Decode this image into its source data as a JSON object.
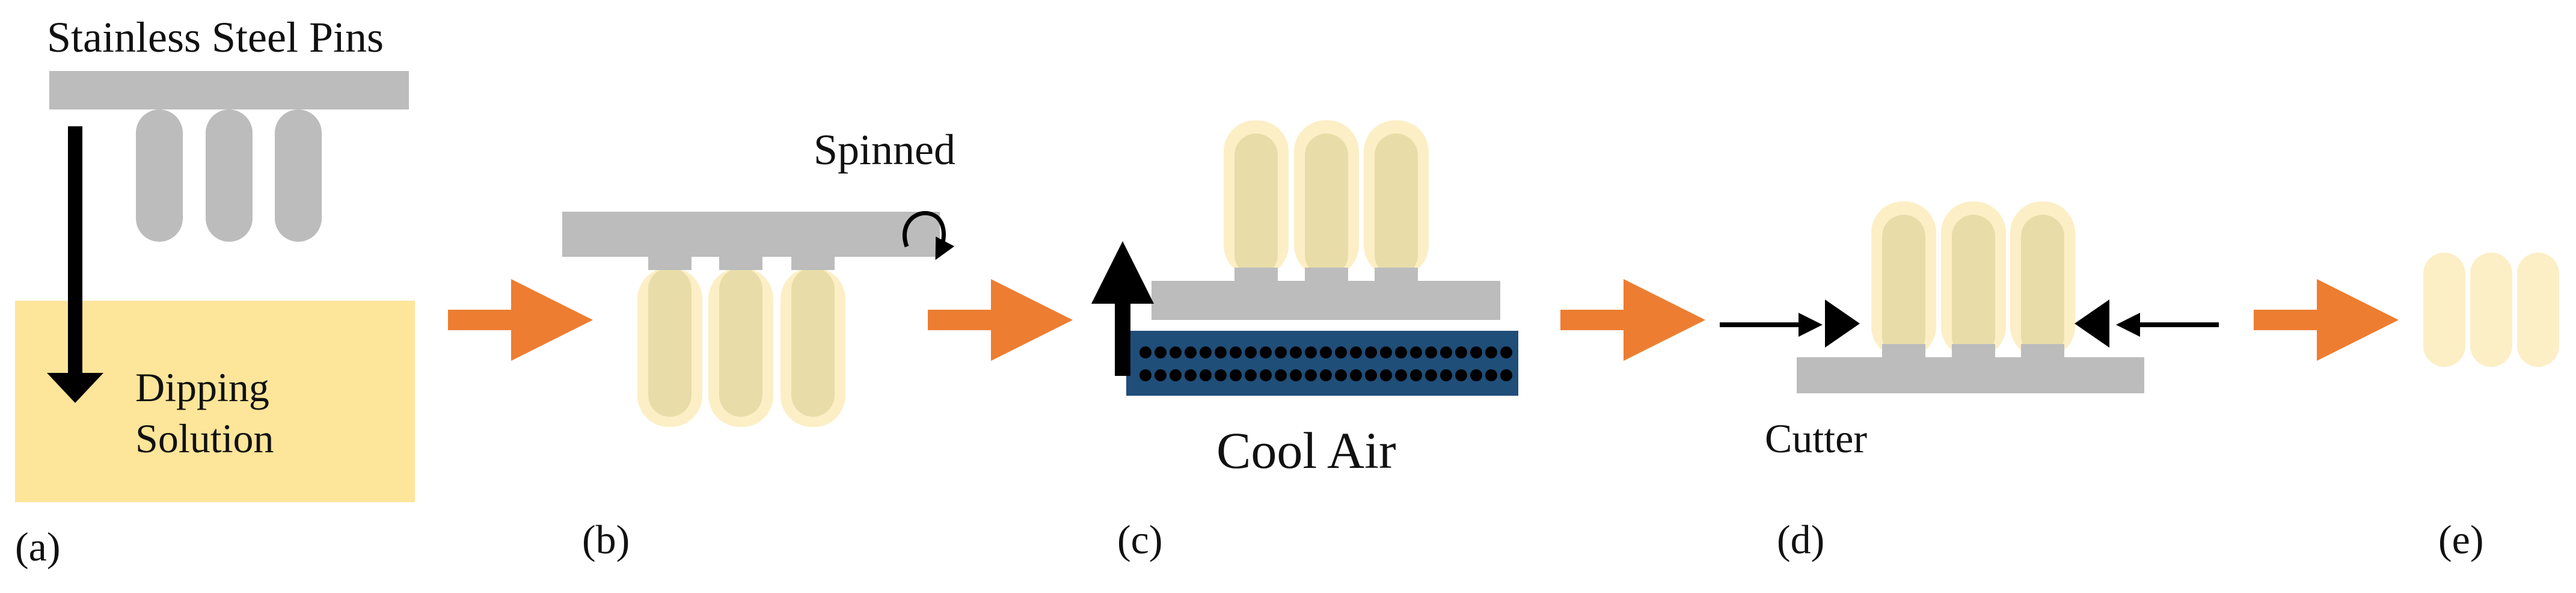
{
  "labels": {
    "pins": "Stainless Steel Pins",
    "dipping_line1": "Dipping",
    "dipping_line2": "Solution",
    "spinned": "Spinned",
    "cool_air": "Cool Air",
    "cutter": "Cutter"
  },
  "panels": [
    {
      "id": "a",
      "label": "(a)"
    },
    {
      "id": "b",
      "label": "(b)"
    },
    {
      "id": "c",
      "label": "(c)"
    },
    {
      "id": "d",
      "label": "(d)"
    },
    {
      "id": "e",
      "label": "(e)"
    }
  ],
  "colors": {
    "steel": "#bcbcbc",
    "solution": "#fde59a",
    "coating_outer": "#fcefc6",
    "coating_inner": "#e8dda8",
    "process_arrow": "#ed7d31",
    "cooler": "#1f4e79",
    "black": "#000000"
  }
}
